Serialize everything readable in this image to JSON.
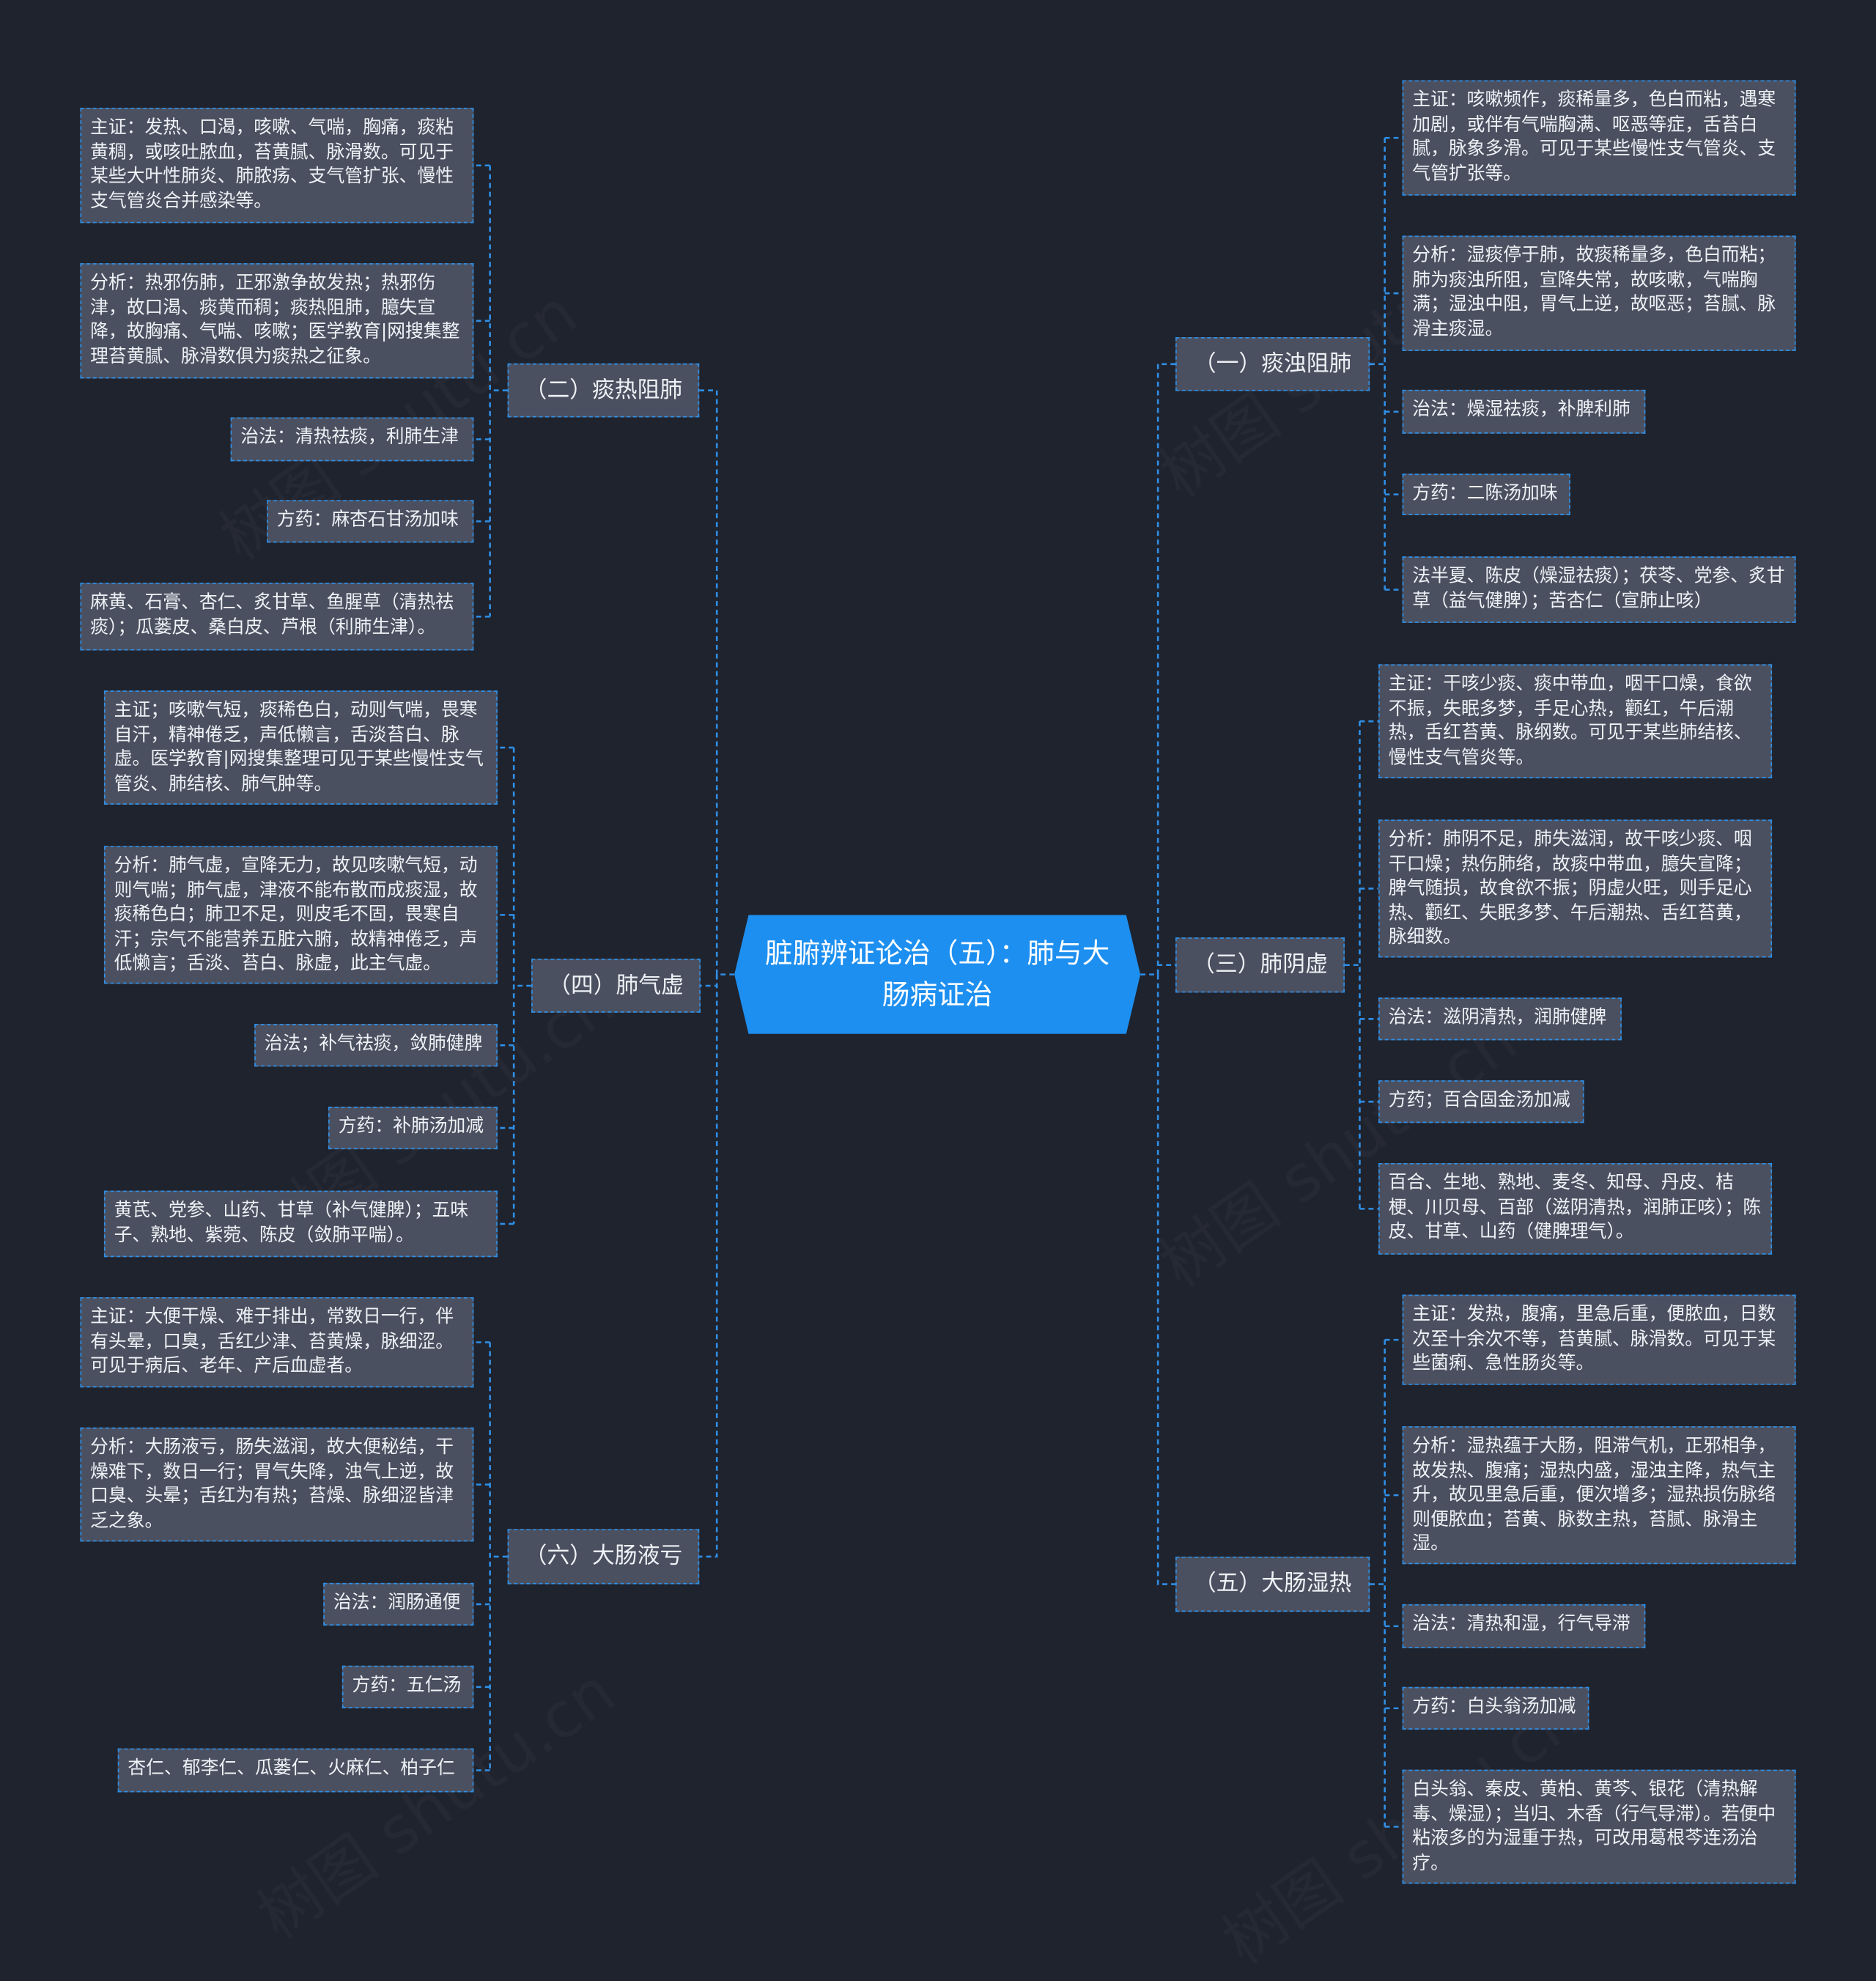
{
  "root": "脏腑辨证论治（五）：肺与大肠病证治",
  "watermark": "树图 shutu.cn",
  "branches": {
    "b1": {
      "label": "（一）痰浊阻肺",
      "items": [
        "主证：咳嗽频作，痰稀量多，色白而粘，遇寒加剧，或伴有气喘胸满、呕恶等症，舌苔白腻，脉象多滑。可见于某些慢性支气管炎、支气管扩张等。",
        "分析：湿痰停于肺，故痰稀量多，色白而粘；肺为痰浊所阻，宣降失常，故咳嗽，气喘胸满；湿浊中阻，胃气上逆，故呕恶；苔腻、脉滑主痰湿。",
        "治法：燥湿祛痰，补脾利肺",
        "方药：二陈汤加味",
        "法半夏、陈皮（燥湿祛痰）；茯苓、党参、炙甘草（益气健脾）；苦杏仁（宣肺止咳）"
      ]
    },
    "b2": {
      "label": "（二）痰热阻肺",
      "items": [
        "主证：发热、口渴，咳嗽、气喘，胸痛，痰粘黄稠，或咳吐脓血，苔黄腻、脉滑数。可见于某些大叶性肺炎、肺脓疡、支气管扩张、慢性支气管炎合并感染等。",
        "分析：热邪伤肺，正邪激争故发热；热邪伤津，故口渴、痰黄而稠；痰热阻肺，臆失宣降，故胸痛、气喘、咳嗽；医学教育|网搜集整理苔黄腻、脉滑数俱为痰热之征象。",
        "治法：清热祛痰，利肺生津",
        "方药：麻杏石甘汤加味",
        "麻黄、石膏、杏仁、炙甘草、鱼腥草（清热祛痰）；瓜蒌皮、桑白皮、芦根（利肺生津）。"
      ]
    },
    "b3": {
      "label": "（三）肺阴虚",
      "items": [
        "主证：干咳少痰、痰中带血，咽干口燥，食欲不振，失眠多梦，手足心热，颧红，午后潮热，舌红苔黄、脉纲数。可见于某些肺结核、慢性支气管炎等。",
        "分析：肺阴不足，肺失滋润，故干咳少痰、咽干口燥；热伤肺络，故痰中带血，臆失宣降；脾气随损，故食欲不振；阴虚火旺，则手足心热、颧红、失眠多梦、午后潮热、舌红苔黄，脉细数。",
        "治法：滋阴清热，润肺健脾",
        "方药；百合固金汤加减",
        "百合、生地、熟地、麦冬、知母、丹皮、桔梗、川贝母、百部（滋阴清热，润肺正咳）；陈皮、甘草、山药（健脾理气）。"
      ]
    },
    "b4": {
      "label": "（四）肺气虚",
      "items": [
        "主证；咳嗽气短，痰稀色白，动则气喘，畏寒自汗，精神倦乏，声低懒言，舌淡苔白、脉虚。医学教育|网搜集整理可见于某些慢性支气管炎、肺结核、肺气肿等。",
        "分析：肺气虚，宣降无力，故见咳嗽气短，动则气喘；肺气虚，津液不能布散而成痰湿，故痰稀色白；肺卫不足，则皮毛不固，畏寒自汗；宗气不能营养五脏六腑，故精神倦乏，声低懒言；舌淡、苔白、脉虚，此主气虚。",
        "治法；补气祛痰，敛肺健脾",
        "方药：补肺汤加减",
        "黄芪、党参、山药、甘草（补气健脾）；五味子、熟地、紫菀、陈皮（敛肺平喘）。"
      ]
    },
    "b5": {
      "label": "（五）大肠湿热",
      "items": [
        "主证：发热，腹痛，里急后重，便脓血，日数次至十余次不等，苔黄腻、脉滑数。可见于某些菌痢、急性肠炎等。",
        "分析：湿热蕴于大肠，阻滞气机，正邪相争，故发热、腹痛；湿热内盛，湿浊主降，热气主升，故见里急后重，便次增多；湿热损伤脉络则便脓血；苔黄、脉数主热，苔腻、脉滑主湿。",
        "治法：清热和湿，行气导滞",
        "方药：白头翁汤加减",
        "白头翁、秦皮、黄柏、黄芩、银花（清热解毒、燥湿）；当归、木香（行气导滞）。若便中粘液多的为湿重于热，可改用葛根芩连汤治疗。"
      ]
    },
    "b6": {
      "label": "（六）大肠液亏",
      "items": [
        "主证：大便干燥、难于排出，常数日一行，伴有头晕，口臭，舌红少津、苔黄燥，脉细涩。可见于病后、老年、产后血虚者。",
        "分析：大肠液亏，肠失滋润，故大便秘结，干燥难下，数日一行；胃气失降，浊气上逆，故口臭、头晕；舌红为有热；苔燥、脉细涩皆津乏之象。",
        "治法：润肠通便",
        "方药：五仁汤",
        "杏仁、郁李仁、瓜蒌仁、火麻仁、柏子仁"
      ]
    }
  }
}
